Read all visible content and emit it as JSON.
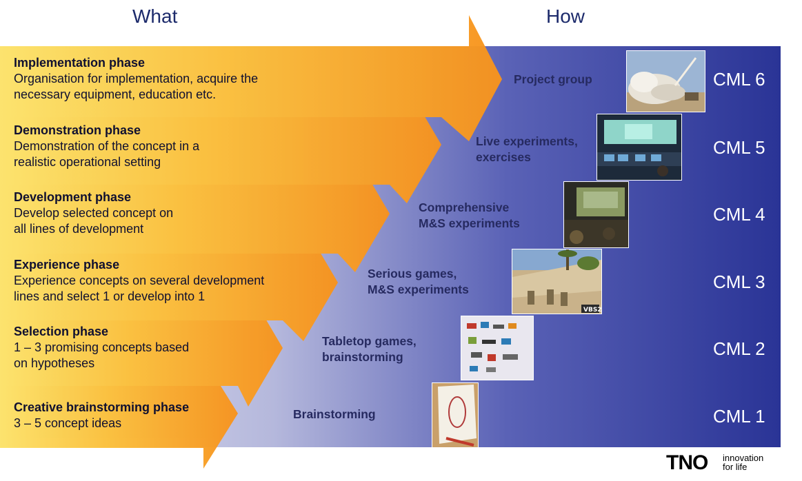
{
  "headers": {
    "what": "What",
    "how": "How"
  },
  "phases": [
    {
      "title": "Implementation phase",
      "desc1": "Organisation for implementation, acquire the",
      "desc2": "necessary equipment, education etc."
    },
    {
      "title": "Demonstration phase",
      "desc1": "Demonstration of the concept in a",
      "desc2": "realistic operational setting"
    },
    {
      "title": "Development phase",
      "desc1": "Develop selected concept on",
      "desc2": "all lines of development"
    },
    {
      "title": "Experience phase",
      "desc1": "Experience concepts on several development",
      "desc2": "lines and select 1 or develop into 1"
    },
    {
      "title": "Selection phase",
      "desc1": "1 – 3 promising concepts based",
      "desc2": "on hypotheses"
    },
    {
      "title": "Creative brainstorming phase",
      "desc1": "3 – 5 concept ideas"
    }
  ],
  "methods": [
    {
      "line1": "Project group"
    },
    {
      "line1": "Live experiments,",
      "line2": "exercises"
    },
    {
      "line1": "Comprehensive",
      "line2": "M&S experiments"
    },
    {
      "line1": "Serious games,",
      "line2": "M&S experiments"
    },
    {
      "line1": "Tabletop games,",
      "line2": "brainstorming"
    },
    {
      "line1": "Brainstorming"
    }
  ],
  "levels": [
    "CML 6",
    "CML 5",
    "CML 4",
    "CML 3",
    "CML 2",
    "CML 1"
  ],
  "photos": {
    "launch": "rocket-launch-photo",
    "control_room": "control-room-photo",
    "simulation": "simulation-room-photo",
    "game": "serious-game-photo",
    "board": "tabletop-board-photo",
    "sketch": "sketchbook-photo",
    "game_badge": "VBS2"
  },
  "logo": {
    "mark": "TNO",
    "tagline1": "innovation",
    "tagline2": "for life"
  },
  "colors": {
    "arrow_light": "#fde36a",
    "arrow_dark": "#f7931e",
    "panel_light": "#d4d6ec",
    "panel_dark": "#2a3496",
    "text_dark": "#1c2a6b"
  }
}
